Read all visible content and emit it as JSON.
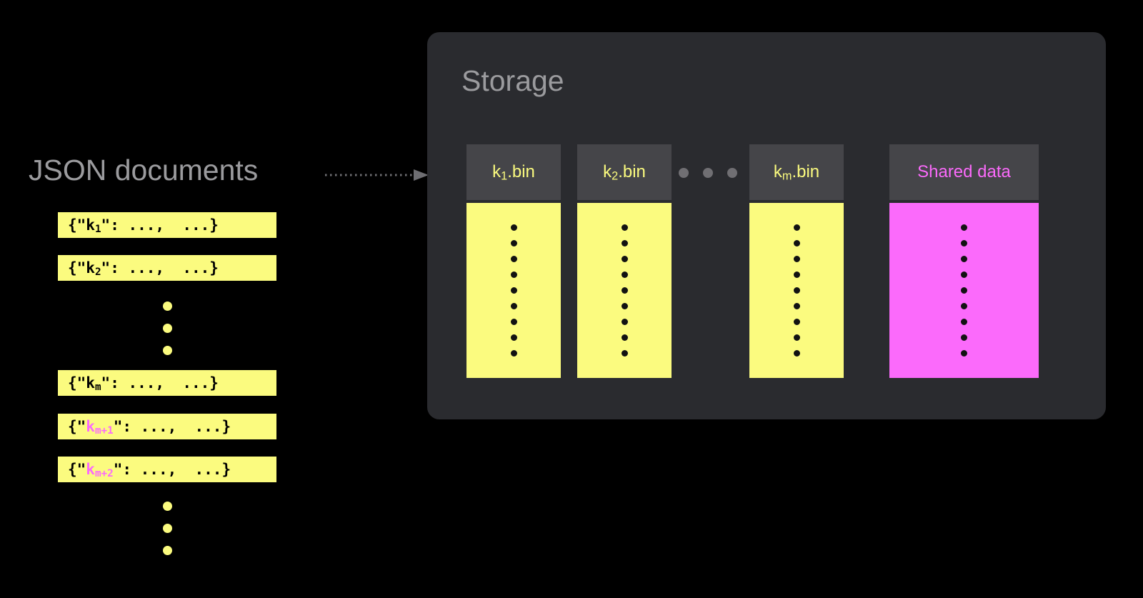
{
  "diagram": {
    "background_color": "#000000",
    "accent_yellow": "#fbfb7f",
    "accent_magenta": "#fb6afb",
    "panel_color": "#2a2b2f",
    "header_color": "#454549",
    "label_gray": "#9b9b9e"
  },
  "left": {
    "title": "JSON documents",
    "documents": [
      {
        "prefix": "{\"",
        "key": "k",
        "sub": "1",
        "key_color": "black",
        "suffix": "\": ...,  ...}"
      },
      {
        "prefix": "{\"",
        "key": "k",
        "sub": "2",
        "key_color": "black",
        "suffix": "\": ...,  ...}"
      },
      {
        "prefix": "{\"",
        "key": "k",
        "sub": "m",
        "key_color": "black",
        "suffix": "\": ...,  ...}"
      },
      {
        "prefix": "{\"",
        "key": "k",
        "sub": "m+1",
        "key_color": "magenta",
        "suffix": "\": ...,  ...}"
      },
      {
        "prefix": "{\"",
        "key": "k",
        "sub": "m+2",
        "key_color": "magenta",
        "suffix": "\": ...,  ...}"
      }
    ],
    "ellipsis_dot_count": 3
  },
  "connector": {
    "style": "dotted-arrow",
    "direction": "right",
    "color": "#6e6e72"
  },
  "storage": {
    "title": "Storage",
    "files": [
      {
        "name": "k",
        "sub": "1",
        "ext": ".bin",
        "label_color": "yellow",
        "body_color": "yellow",
        "dot_count": 9
      },
      {
        "name": "k",
        "sub": "2",
        "ext": ".bin",
        "label_color": "yellow",
        "body_color": "yellow",
        "dot_count": 9
      },
      {
        "name": "k",
        "sub": "m",
        "ext": ".bin",
        "label_color": "yellow",
        "body_color": "yellow",
        "dot_count": 9
      },
      {
        "name": "Shared data",
        "sub": "",
        "ext": "",
        "label_color": "magenta",
        "body_color": "magenta",
        "dot_count": 9
      }
    ],
    "ellipsis_dot_count": 3
  }
}
